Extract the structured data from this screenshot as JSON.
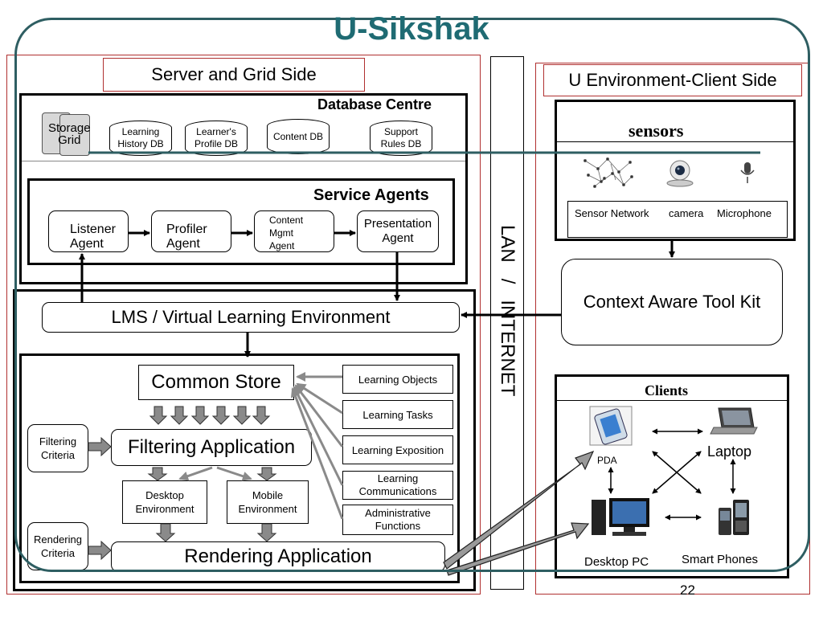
{
  "title": "U-Sikshak",
  "server_side": {
    "label": "Server and Grid Side",
    "database_centre": {
      "label": "Database Centre",
      "storage_label": "Storage\nGrid",
      "dbs": [
        "Learning\nHistory DB",
        "Learner's\nProfile DB",
        "Content DB",
        "Support\nRules DB"
      ]
    },
    "service_agents": {
      "label": "Service Agents",
      "agents": [
        "Listener\nAgent",
        "Profiler\nAgent",
        "Content\nMgmt\nAgent",
        "Presentation\nAgent"
      ]
    },
    "lms": "LMS / Virtual Learning Environment",
    "common_store": "Common Store",
    "filtering_app": "Filtering Application",
    "rendering_app": "Rendering Application",
    "filtering_criteria": "Filtering\nCriteria",
    "rendering_criteria": "Rendering\nCriteria",
    "desktop_env": "Desktop\nEnvironment",
    "mobile_env": "Mobile\nEnvironment",
    "learning_items": [
      "Learning Objects",
      "Learning Tasks",
      "Learning Exposition",
      "Learning\nCommunications",
      "Administrative\nFunctions"
    ]
  },
  "network_label": "LAN   /   INTERNET",
  "client_side": {
    "label": "U Environment-Client Side",
    "sensors": {
      "label": "sensors",
      "items": [
        "Sensor Network",
        "camera",
        "Microphone"
      ],
      "icons": [
        "sensor-network-icon",
        "camera-icon",
        "microphone-icon"
      ]
    },
    "toolkit": "Context Aware Tool Kit",
    "clients": {
      "label": "Clients",
      "pda": "PDA",
      "laptop": "Laptop",
      "desktop": "Desktop PC",
      "smartphones": "Smart Phones"
    }
  },
  "page_number": "22",
  "colors": {
    "title": "#1f6b73",
    "frame": "#2e5e62",
    "red_border": "#b03030",
    "grey_arrow": "#8a8a8a",
    "storage_fill": "#d8d8d8"
  }
}
